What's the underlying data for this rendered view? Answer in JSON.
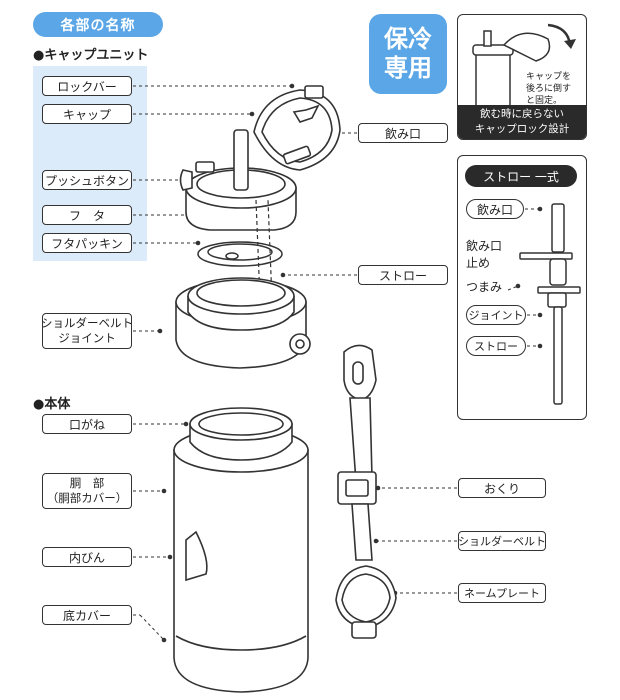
{
  "header": {
    "title": "各部の名称"
  },
  "sections": {
    "cap_unit": "●キャップユニット",
    "body": "●本体"
  },
  "cap_labels": {
    "lock_bar": "ロックバー",
    "cap": "キャップ",
    "push_button": "プッシュボタン",
    "lid": "フ　タ",
    "lid_packing": "フタパッキン",
    "shoulder_joint_line1": "ショルダーベルト",
    "shoulder_joint_line2": "ジョイント",
    "mouthpiece": "飲み口",
    "straw": "ストロー"
  },
  "body_labels": {
    "neck": "口がね",
    "body_line1": "胴　部",
    "body_line2": "（胴部カバー）",
    "inner_bin": "内びん",
    "bottom_cover": "底カバー",
    "strap_holder": "おくり",
    "shoulder_belt": "ショルダーベルト",
    "name_plate": "ネームプレート"
  },
  "badge": {
    "line1": "保冷",
    "line2": "専用"
  },
  "lock_panel": {
    "note_line1": "キャップを",
    "note_line2": "後ろに倒す",
    "note_line3": "と固定。",
    "footer_line1": "飲む時に戻らない",
    "footer_line2": "キャップロック設計"
  },
  "straw_panel": {
    "title": "ストロー 一式",
    "mouthpiece": "飲み口",
    "stopper_line1": "飲み口",
    "stopper_line2": "止め",
    "knob": "つまみ",
    "joint": "ジョイント",
    "straw": "ストロー"
  },
  "colors": {
    "accent_blue": "#5aa6e6",
    "panel_blue": "#dcebfa",
    "outline": "#333333",
    "dark": "#2a2a2a"
  }
}
